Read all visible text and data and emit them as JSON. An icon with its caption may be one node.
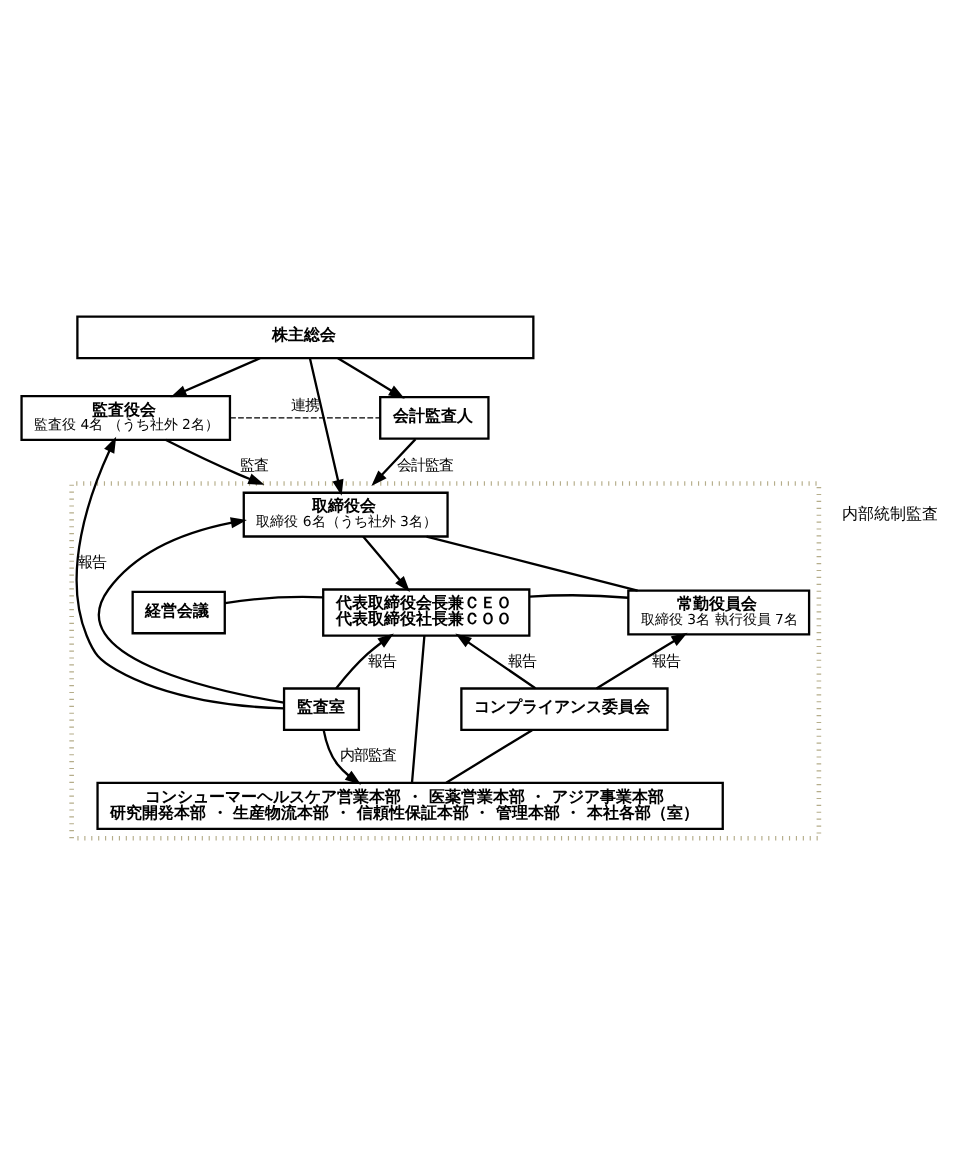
{
  "diagram": {
    "nodes": [
      {
        "text": [
          "株主総会"
        ]
      },
      {
        "text": [
          "監査役会",
          "監査役 4名 （うち社外 2名）"
        ]
      },
      {
        "text": [],
        "shape": "box"
      },
      {
        "text": [
          "取締役会",
          "取締役 6名（うち社外 3名）"
        ],
        "in": 2
      },
      {
        "text": [
          "会計監査人"
        ]
      },
      {
        "text": [
          "経営会議"
        ],
        "in": 2
      },
      {
        "text": [
          "代表取締役会長兼ＣＥＯ",
          "代表取締役社長兼ＣＯＯ"
        ],
        "in": 2
      },
      {
        "text": [
          "常勤役員会",
          "取締役 3名 執行役員 7名"
        ],
        "in": 2
      },
      {
        "text": [
          "監査室"
        ],
        "in": 2
      },
      {
        "text": [
          "コンプライアンス委員会"
        ],
        "in": 2
      },
      {
        "text": [
          "コンシューマーヘルスケア営業本部 ・ 医薬営業本部 ・ アジア事業本部",
          "研究開発本部 ・ 生産物流本部 ・ 信頼性保証本部 ・ 管理本部 ・ 本社各部（室）"
        ],
        "in": 2
      }
    ],
    "edges": [
      {
        "from": 0,
        "to": 1,
        "arrow": "to"
      },
      {
        "from": 0,
        "to": 3,
        "arrow": "to"
      },
      {
        "from": 0,
        "to": 4,
        "arrow": "to"
      },
      {
        "from": 1,
        "to": 4,
        "arrow": "none",
        "label": "連携",
        "style": "dashed"
      },
      {
        "from": 1,
        "to": 2,
        "arrow": "to",
        "label": "監査"
      },
      {
        "from": 4,
        "to": 2,
        "arrow": "to",
        "label": "会計監査"
      },
      {
        "from": 3,
        "to": 6,
        "arrow": "to"
      },
      {
        "from": 3,
        "to": 7,
        "arrow": "none"
      },
      {
        "from": 5,
        "to": 6,
        "arrow": "none"
      },
      {
        "from": 6,
        "to": 7,
        "arrow": "none"
      },
      {
        "from": 8,
        "to": 1,
        "arrow": "to",
        "label": "報告"
      },
      {
        "from": 8,
        "to": 3,
        "arrow": "to"
      },
      {
        "from": 8,
        "to": 6,
        "arrow": "to",
        "label": "報告"
      },
      {
        "from": 9,
        "to": 6,
        "arrow": "to",
        "label": "報告"
      },
      {
        "from": 9,
        "to": 7,
        "arrow": "to",
        "label": "報告"
      },
      {
        "from": 8,
        "to": 10,
        "arrow": "to",
        "label": "内部監査"
      },
      {
        "from": 6,
        "to": 10,
        "arrow": "none"
      },
      {
        "from": 9,
        "to": 10,
        "arrow": "none"
      }
    ],
    "labels": [
      "内部統制監査"
    ]
  }
}
